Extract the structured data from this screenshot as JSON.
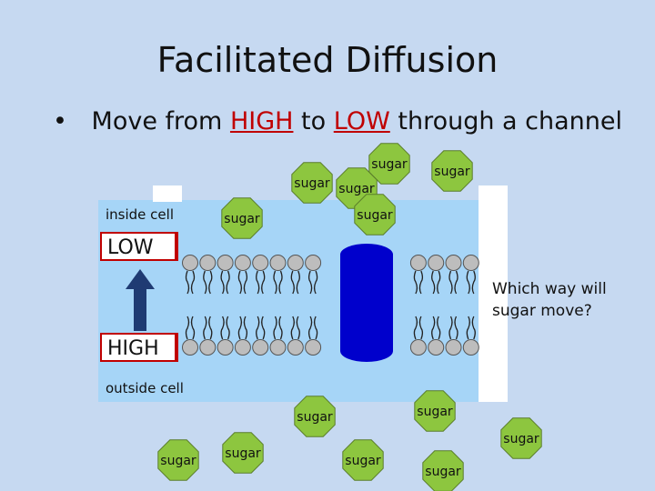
{
  "title": "Facilitated Diffusion",
  "bullet": {
    "dot": "•",
    "pre": "Move from",
    "high": "HIGH",
    "mid": "to",
    "low": "LOW",
    "post": "through a channel"
  },
  "labels": {
    "inside": "inside cell",
    "outside": "outside cell",
    "low": "LOW",
    "high": "HIGH",
    "question_line1": "Which way will",
    "question_line2": "sugar move?"
  },
  "sugar_text": "sugar",
  "colors": {
    "background": "#c6d9f1",
    "cell": "#a6d5f7",
    "sugar": "#8dc63f",
    "channel": "#0000cc",
    "arrow": "#1f3b73",
    "accent": "#c00000"
  }
}
